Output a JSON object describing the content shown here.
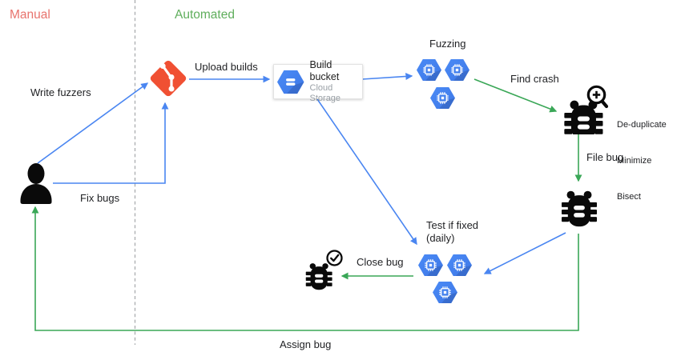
{
  "sections": {
    "manual": "Manual",
    "automated": "Automated"
  },
  "person_flow": {
    "write_fuzzers": "Write fuzzers",
    "fix_bugs": "Fix bugs"
  },
  "build": {
    "upload_builds": "Upload builds",
    "bucket_title": "Build bucket",
    "bucket_subtitle": "Cloud Storage"
  },
  "fuzzing": {
    "label": "Fuzzing",
    "find_crash": "Find crash"
  },
  "triage": {
    "steps": [
      "De-duplicate",
      "Minimize",
      "Bisect"
    ],
    "file_bug": "File bug"
  },
  "verify": {
    "test_if_fixed": "Test if fixed",
    "daily": "(daily)",
    "close_bug": "Close bug",
    "assign_bug": "Assign bug"
  },
  "icons": {
    "person": "developer-person-icon",
    "git": "git-repo-icon",
    "cloud_storage": "cloud-storage-hexagon-icon",
    "compute": "compute-engine-hexagon-icon",
    "bug_triage": "bug-magnifier-icon",
    "bug": "bug-icon",
    "bug_closed": "bug-check-icon"
  },
  "colors": {
    "manual_red": "#e8736d",
    "automated_green": "#5fae5c",
    "arrow_blue": "#4a86f1",
    "arrow_green": "#3aa757",
    "git_orange": "#f05033",
    "gcp_blue": "#4285f4"
  }
}
